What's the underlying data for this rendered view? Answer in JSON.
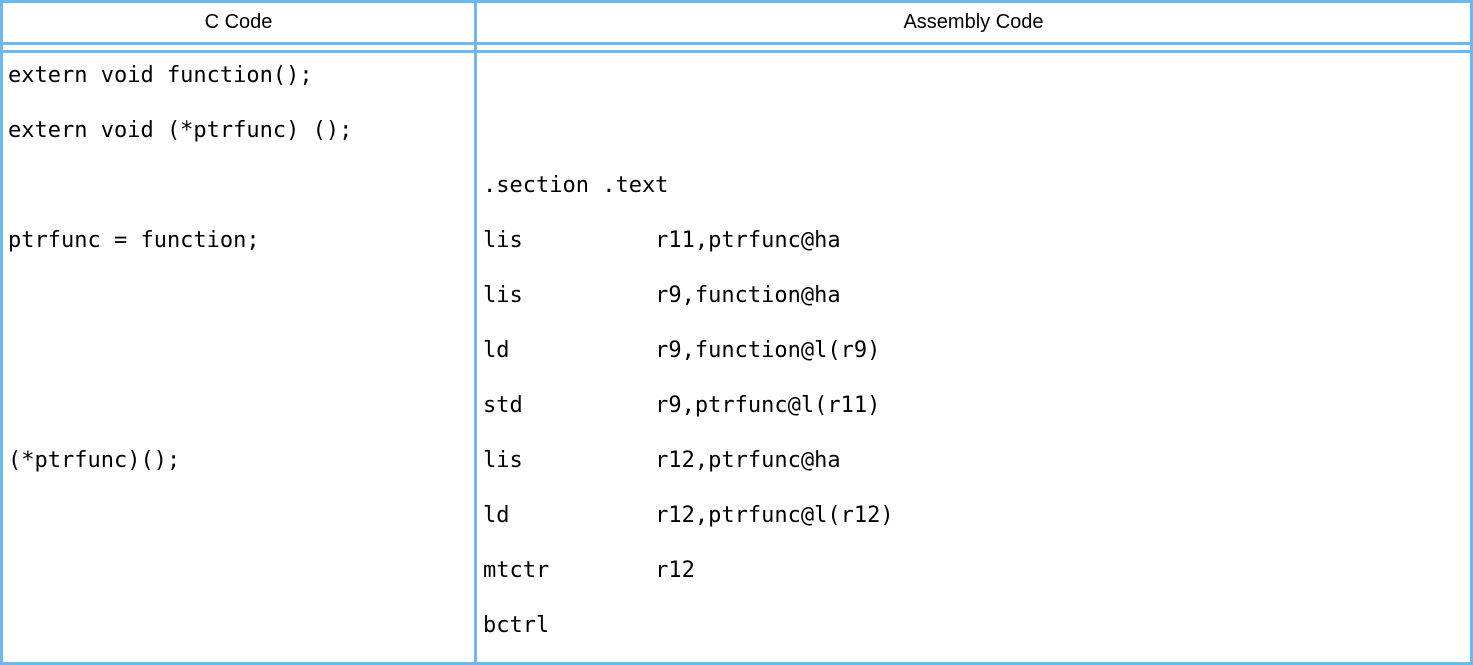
{
  "headers": {
    "c": "C Code",
    "assembly": "Assembly Code"
  },
  "c_code": {
    "lines": [
      "extern void function();",
      "extern void (*ptrfunc) ();",
      "",
      "ptrfunc = function;",
      "",
      "",
      "",
      "(*ptrfunc)();",
      "",
      "",
      ""
    ]
  },
  "assembly": {
    "lines": [
      "",
      "",
      ".section .text",
      "lis          r11,ptrfunc@ha",
      "lis          r9,function@ha",
      "ld           r9,function@l(r9)",
      "std          r9,ptrfunc@l(r11)",
      "lis          r12,ptrfunc@ha",
      "ld           r12,ptrfunc@l(r12)",
      "mtctr        r12",
      "bctrl"
    ]
  },
  "colors": {
    "border": "#6cb9f1",
    "text": "#000000",
    "background": "#ffffff"
  }
}
